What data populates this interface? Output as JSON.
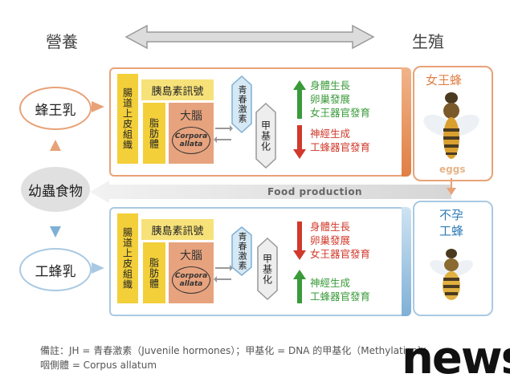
{
  "header": {
    "left_label": "營養",
    "right_label": "生殖"
  },
  "inputs": {
    "royal_jelly": "蜂王乳",
    "larval_food": "幼蟲食物",
    "worker_jelly": "工蜂乳"
  },
  "top_panel": {
    "epithelium": "腸道上皮組織",
    "fat_body": "脂肪體",
    "insulin_signal": "胰島素訊號",
    "brain": "大腦",
    "corpora_allata": "Corpora allata",
    "jh": "青春激素",
    "methylation": "甲基化",
    "up_effects": [
      "身體生長",
      "卵巢發展",
      "女王器官發育"
    ],
    "down_effects": [
      "神經生成",
      "工蜂器官發育"
    ]
  },
  "bottom_panel": {
    "epithelium": "腸道上皮組織",
    "fat_body": "脂肪體",
    "insulin_signal": "胰島素訊號",
    "brain": "大腦",
    "corpora_allata": "Corpora allata",
    "jh": "青春激素",
    "methylation": "甲基化",
    "down_effects": [
      "身體生長",
      "卵巢發展",
      "女王器官發育"
    ],
    "up_effects": [
      "神經生成",
      "工蜂器官發育"
    ]
  },
  "outcomes": {
    "queen": "女王蜂",
    "eggs": "eggs",
    "worker_line1": "不孕",
    "worker_line2": "工蜂"
  },
  "food_production": "Food production",
  "footnote": {
    "line1": "備註：JH = 青春激素（Juvenile hormones）；甲基化 = DNA 的甲基化（Methylation）；",
    "line2": "咽側體 = Corpus allatum"
  },
  "watermark": "news",
  "colors": {
    "orange": "#e8a277",
    "orange_dark": "#e07f45",
    "blue": "#a9c9e3",
    "blue_dark": "#7fb0d6",
    "yellow": "#f7e27a",
    "yellow_dark": "#f3cf3a",
    "brain": "#e7a37e",
    "green": "#3a9a3a",
    "red": "#d0392b"
  }
}
